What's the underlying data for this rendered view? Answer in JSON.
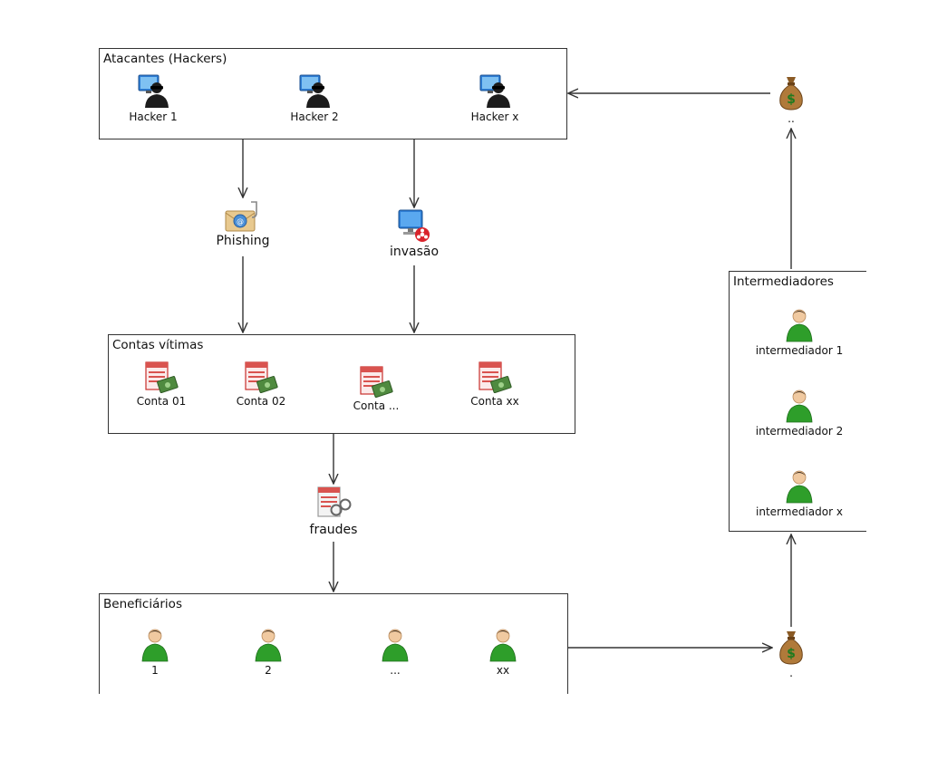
{
  "boxes": {
    "attackers": {
      "title": "Atacantes (Hackers)",
      "items": [
        {
          "label": "Hacker 1",
          "icon": "hacker-icon"
        },
        {
          "label": "Hacker 2",
          "icon": "hacker-icon"
        },
        {
          "label": "Hacker x",
          "icon": "hacker-icon"
        }
      ]
    },
    "victims": {
      "title": "Contas vítimas",
      "items": [
        {
          "label": "Conta 01",
          "icon": "bank-account-icon"
        },
        {
          "label": "Conta 02",
          "icon": "bank-account-icon"
        },
        {
          "label": "Conta ...",
          "icon": "bank-account-icon"
        },
        {
          "label": "Conta xx",
          "icon": "bank-account-icon"
        }
      ]
    },
    "beneficiaries": {
      "title": "Beneficiários",
      "items": [
        {
          "label": "1",
          "icon": "person-icon"
        },
        {
          "label": "2",
          "icon": "person-icon"
        },
        {
          "label": "...",
          "icon": "person-icon"
        },
        {
          "label": "xx",
          "icon": "person-icon"
        }
      ]
    },
    "intermediaries": {
      "title": "Intermediadores",
      "items": [
        {
          "label": "intermediador 1",
          "icon": "person-icon"
        },
        {
          "label": "intermediador 2",
          "icon": "person-icon"
        },
        {
          "label": "intermediador x",
          "icon": "person-icon"
        }
      ]
    }
  },
  "flow_nodes": {
    "phishing": {
      "label": "Phishing",
      "icon": "phishing-icon"
    },
    "invasion": {
      "label": "invasão",
      "icon": "infected-computer-icon"
    },
    "fraud": {
      "label": "fraudes",
      "icon": "fraud-document-icon"
    },
    "money_top": {
      "label": "..",
      "icon": "money-bag-icon"
    },
    "money_bottom": {
      "label": ".",
      "icon": "money-bag-icon"
    }
  },
  "colors": {
    "border": "#333333",
    "arrow": "#333333",
    "person_green": "#2e9e2a",
    "hacker_dark": "#1c1c1c",
    "monitor_blue": "#2f7fd6",
    "account_red": "#d9534f",
    "money_brown": "#a06a2c",
    "dollar_green": "#1f7a1f"
  }
}
